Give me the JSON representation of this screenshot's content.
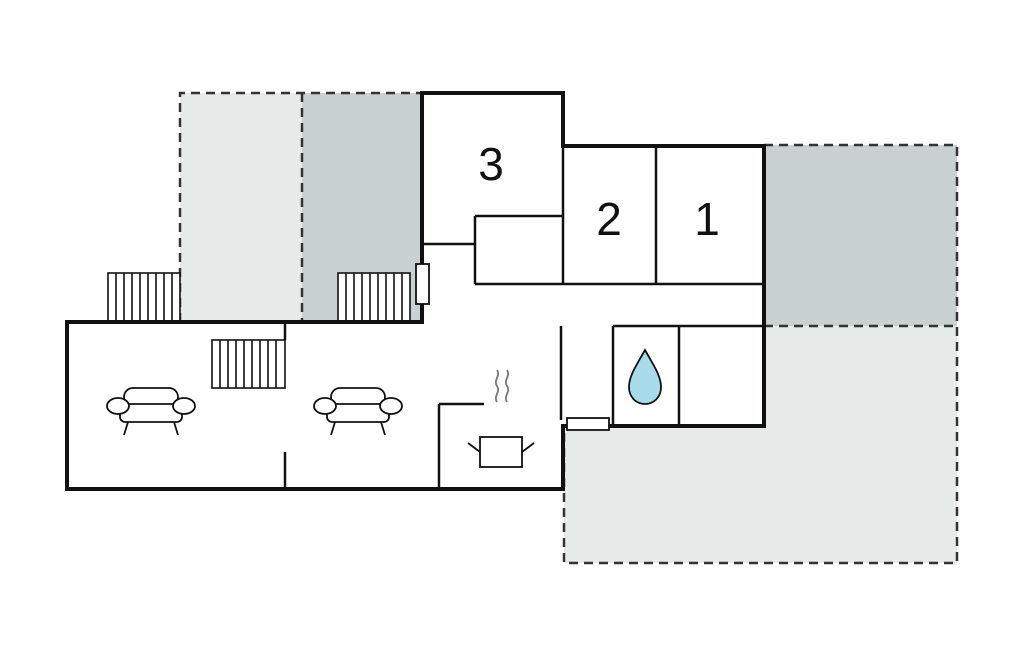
{
  "rooms": [
    {
      "id": "bedroom-1",
      "label": "1"
    },
    {
      "id": "bedroom-2",
      "label": "2"
    },
    {
      "id": "bedroom-3",
      "label": "3"
    }
  ],
  "icons": [
    "sofa-icon",
    "sofa-icon",
    "cooking-pot-icon",
    "water-drop-icon",
    "stairs-icon",
    "window-icon"
  ],
  "colors": {
    "wall": "#111111",
    "dashed_outline": "#333333",
    "terrace_light": "#e6ebea",
    "terrace_dark": "#c9d1d1",
    "water_drop": "#a8dbea",
    "background": "#ffffff"
  }
}
